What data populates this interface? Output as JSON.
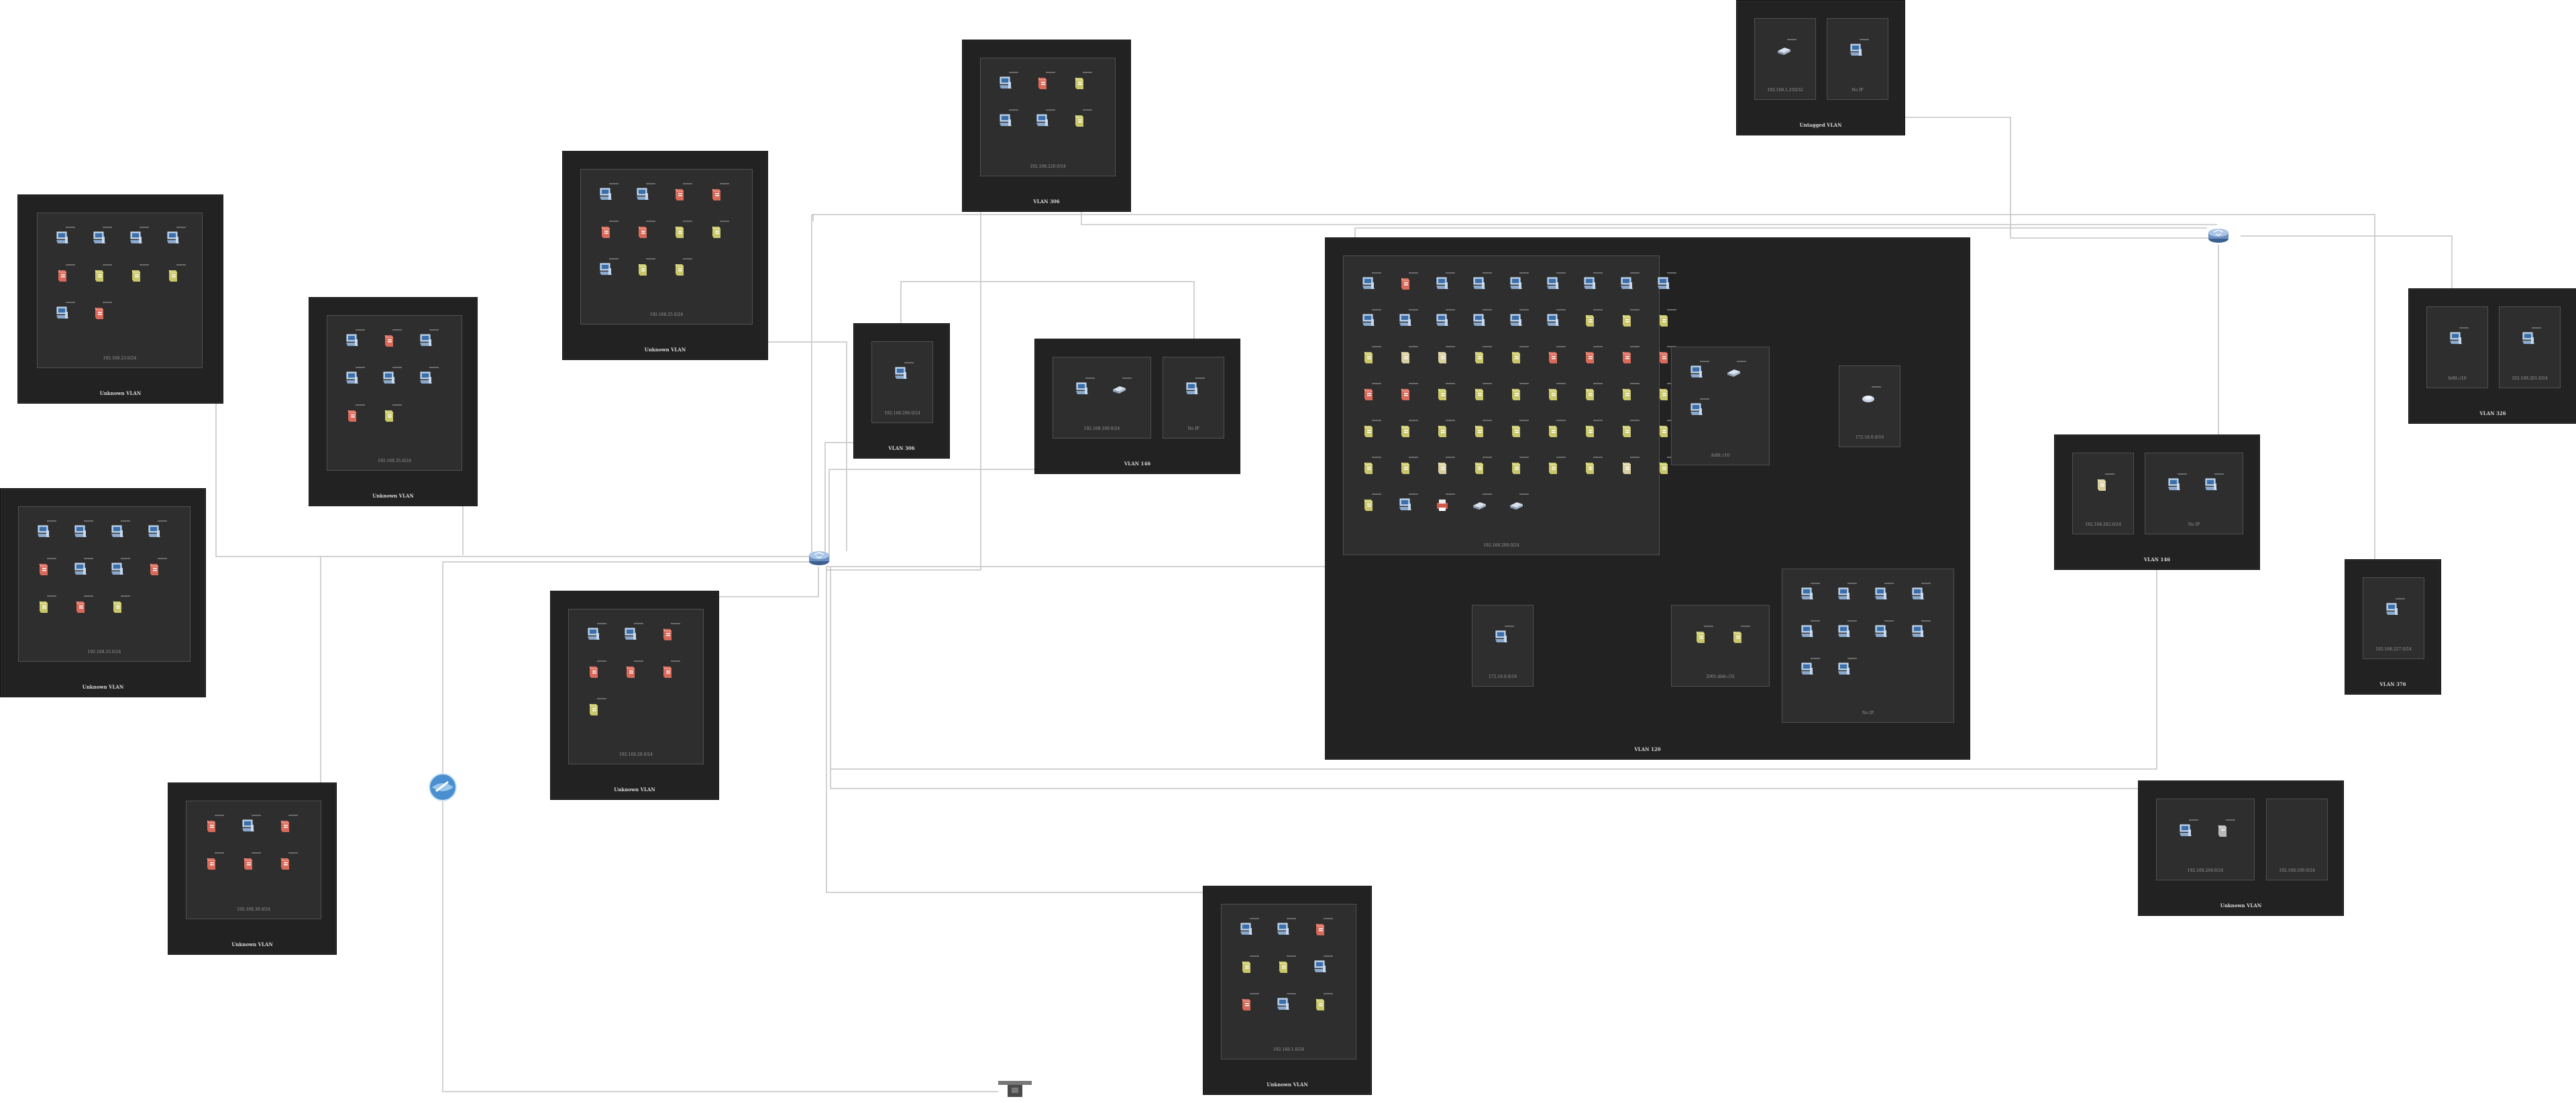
{
  "diagram": {
    "vlans": [
      {
        "id": "v1",
        "label": "Unknown VLAN",
        "subnets": [
          {
            "label": "192.168.23.0/24",
            "devices": [
              "pc",
              "pc",
              "pc",
              "pc",
              "server-red",
              "server-yellow",
              "server-yellow",
              "server-yellow",
              "pc",
              "server-red"
            ]
          }
        ]
      },
      {
        "id": "v2",
        "label": "Unknown VLAN",
        "subnets": [
          {
            "label": "192.168.35.0/24",
            "devices": [
              "pc",
              "server-red",
              "pc",
              "pc",
              "pc",
              "pc",
              "server-red",
              "server-yellow"
            ]
          }
        ]
      },
      {
        "id": "v3",
        "label": "Unknown VLAN",
        "subnets": [
          {
            "label": "192.168.25.0/24",
            "devices": [
              "pc",
              "pc",
              "server-red",
              "server-red",
              "server-red",
              "server-red",
              "server-yellow",
              "server-yellow",
              "pc",
              "server-yellow",
              "server-yellow"
            ]
          }
        ]
      },
      {
        "id": "v4",
        "label": "VLAN 306",
        "subnets": [
          {
            "label": "192.168.220.0/24",
            "devices": [
              "pc",
              "server-red",
              "server-yellow",
              "pc",
              "pc",
              "server-yellow"
            ]
          }
        ]
      },
      {
        "id": "v5",
        "label": "Untagged VLAN",
        "subnets": [
          {
            "label": "192.168.1.250/32",
            "devices": [
              "switch"
            ]
          },
          {
            "label": "No IP",
            "devices": [
              "pc"
            ]
          }
        ]
      },
      {
        "id": "v6",
        "label": "Unknown VLAN",
        "subnets": [
          {
            "label": "192.168.33.0/24",
            "devices": [
              "pc",
              "pc",
              "pc",
              "pc",
              "server-red",
              "pc",
              "pc",
              "server-red",
              "server-yellow",
              "server-red",
              "server-yellow"
            ]
          }
        ]
      },
      {
        "id": "v7",
        "label": "VLAN 306",
        "subnets": [
          {
            "label": "192.168.206.0/24",
            "devices": [
              "pc"
            ]
          }
        ]
      },
      {
        "id": "v8",
        "label": "VLAN 146",
        "subnets": [
          {
            "label": "192.168.100.0/24",
            "devices": [
              "pc",
              "switch"
            ]
          },
          {
            "label": "No IP",
            "devices": [
              "pc"
            ]
          }
        ]
      },
      {
        "id": "v9",
        "label": "VLAN 120",
        "subnets": [
          {
            "label": "192.168.200.0/24",
            "devices": [
              "pc",
              "server-red",
              "pc",
              "pc",
              "pc",
              "pc",
              "pc",
              "pc",
              "pc",
              "pc",
              "pc",
              "pc",
              "pc",
              "pc",
              "pc",
              "server-yellow",
              "server-yellow",
              "server-yellow",
              "server-yellow",
              "server-beige",
              "server-beige",
              "server-yellow",
              "server-yellow",
              "server-red",
              "server-red",
              "server-red",
              "server-red",
              "server-red",
              "server-red",
              "server-yellow",
              "server-yellow",
              "server-yellow",
              "server-yellow",
              "server-yellow",
              "server-yellow",
              "server-yellow",
              "server-yellow",
              "server-yellow",
              "server-yellow",
              "server-yellow",
              "server-yellow",
              "server-yellow",
              "server-yellow",
              "server-yellow",
              "server-yellow",
              "server-yellow",
              "server-yellow",
              "server-beige",
              "server-yellow",
              "server-yellow",
              "server-yellow",
              "server-yellow",
              "server-beige",
              "server-yellow",
              "server-yellow",
              "pc",
              "printer",
              "switch",
              "switch"
            ]
          },
          {
            "label": "fe80::/10",
            "devices": [
              "pc",
              "switch",
              "pc"
            ]
          },
          {
            "label": "172.16.0.0/16",
            "devices": [
              "cloud"
            ]
          },
          {
            "label": "172.16.0.0/16",
            "devices": [
              "pc"
            ]
          },
          {
            "label": "2001:db8::/32",
            "devices": [
              "server-yellow",
              "server-yellow"
            ]
          },
          {
            "label": "No IP",
            "devices": [
              "pc",
              "pc",
              "pc",
              "pc",
              "pc",
              "pc",
              "pc",
              "pc",
              "pc",
              "pc"
            ]
          }
        ]
      },
      {
        "id": "v10",
        "label": "VLAN 326",
        "subnets": [
          {
            "label": "fe80::/10",
            "devices": [
              "pc"
            ]
          },
          {
            "label": "192.168.201.0/24",
            "devices": [
              "pc"
            ]
          }
        ]
      },
      {
        "id": "v11",
        "label": "VLAN 146",
        "subnets": [
          {
            "label": "192.168.202.0/24",
            "devices": [
              "server-beige"
            ]
          },
          {
            "label": "No IP",
            "devices": [
              "pc",
              "pc"
            ]
          }
        ]
      },
      {
        "id": "v12",
        "label": "VLAN 376",
        "subnets": [
          {
            "label": "192.168.227.0/24",
            "devices": [
              "pc"
            ]
          }
        ]
      },
      {
        "id": "v13",
        "label": "Unknown VLAN",
        "subnets": [
          {
            "label": "192.168.30.0/24",
            "devices": [
              "server-red",
              "pc",
              "server-red",
              "server-red",
              "server-red",
              "server-red"
            ]
          }
        ]
      },
      {
        "id": "v14",
        "label": "Unknown VLAN",
        "subnets": [
          {
            "label": "192.168.28.0/24",
            "devices": [
              "pc",
              "pc",
              "server-red",
              "server-red",
              "server-red",
              "server-red",
              "server-yellow"
            ]
          }
        ]
      },
      {
        "id": "v15",
        "label": "Unknown VLAN",
        "subnets": [
          {
            "label": "192.168.1.0/24",
            "devices": [
              "pc",
              "pc",
              "server-red",
              "server-yellow",
              "server-yellow",
              "pc",
              "server-red",
              "pc",
              "server-yellow"
            ]
          }
        ]
      },
      {
        "id": "v16",
        "label": "Unknown VLAN",
        "subnets": [
          {
            "label": "192.168.204.0/24",
            "devices": [
              "pc",
              "server-gray"
            ]
          },
          {
            "label": "192.168.100.0/24",
            "devices": []
          }
        ]
      }
    ]
  }
}
